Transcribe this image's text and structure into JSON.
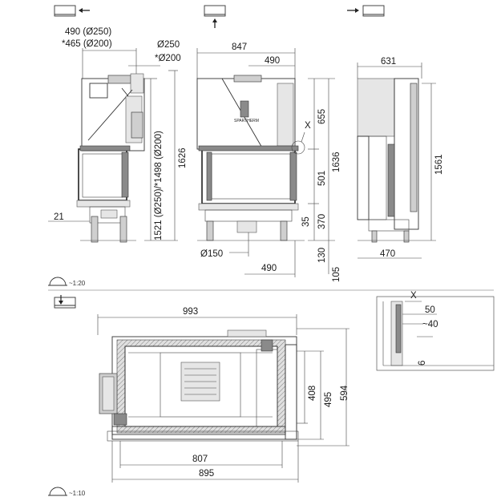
{
  "views": {
    "side_left": {
      "dims": {
        "top1": "490 (Ø250)",
        "top2": "*465 (Ø200)",
        "flue1": "Ø250",
        "flue2": "*Ø200",
        "vert_flue": "1521 (Ø250)/*1498 (Ø200)",
        "height": "1626",
        "foot": "21"
      }
    },
    "front": {
      "dims": {
        "width": "847",
        "flue_offset": "490",
        "h655": "655",
        "h501": "501",
        "h1636": "1636",
        "h35": "35",
        "h370": "370",
        "h130": "130",
        "h105": "105",
        "air": "Ø150",
        "bottom_offset": "490",
        "detail_marker": "X"
      },
      "brand": "SPARTHERM"
    },
    "side_right": {
      "dims": {
        "width": "631",
        "height": "1561",
        "depth": "470"
      }
    },
    "plan": {
      "dims": {
        "total": "993",
        "w807": "807",
        "w895": "895",
        "d408": "408",
        "d495": "495",
        "d594": "594"
      }
    },
    "detail": {
      "title": "X",
      "dims": {
        "d50": "50",
        "d40": "~40",
        "d6": "6"
      }
    }
  },
  "scales": {
    "upper": "~1:20",
    "lower": "~1:10"
  },
  "icons": [
    "view-left-icon",
    "view-front-icon",
    "view-right-icon",
    "view-top-icon",
    "scale-icon"
  ]
}
